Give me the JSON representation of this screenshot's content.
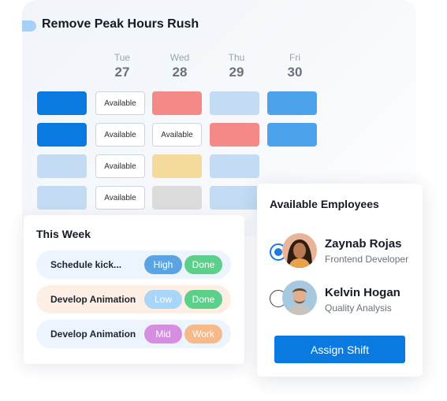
{
  "scheduler": {
    "title": "Remove Peak Hours Rush",
    "days": [
      {
        "name": "Tue",
        "date": "27"
      },
      {
        "name": "Wed",
        "date": "28"
      },
      {
        "name": "Thu",
        "date": "29"
      },
      {
        "name": "Fri",
        "date": "30"
      }
    ],
    "available_label": "Available"
  },
  "week": {
    "title": "This Week",
    "tasks": [
      {
        "name": "Schedule kick...",
        "priority": "High",
        "status": "Done"
      },
      {
        "name": "Develop Animation",
        "priority": "Low",
        "status": "Done"
      },
      {
        "name": "Develop Animation",
        "priority": "Mid",
        "status": "Work"
      }
    ]
  },
  "employees": {
    "title": "Available Employees",
    "list": [
      {
        "name": "Zaynab Rojas",
        "role": "Frontend Developer",
        "selected": true
      },
      {
        "name": "Kelvin Hogan",
        "role": "Quality Analysis",
        "selected": false
      }
    ],
    "assign_label": "Assign Shift"
  },
  "colors": {
    "primary": "#0a7ae0",
    "high": "#5aa4e3",
    "low": "#a9d5f6",
    "mid": "#d68fe0",
    "done": "#5ccf8a",
    "work": "#f5b98a"
  }
}
